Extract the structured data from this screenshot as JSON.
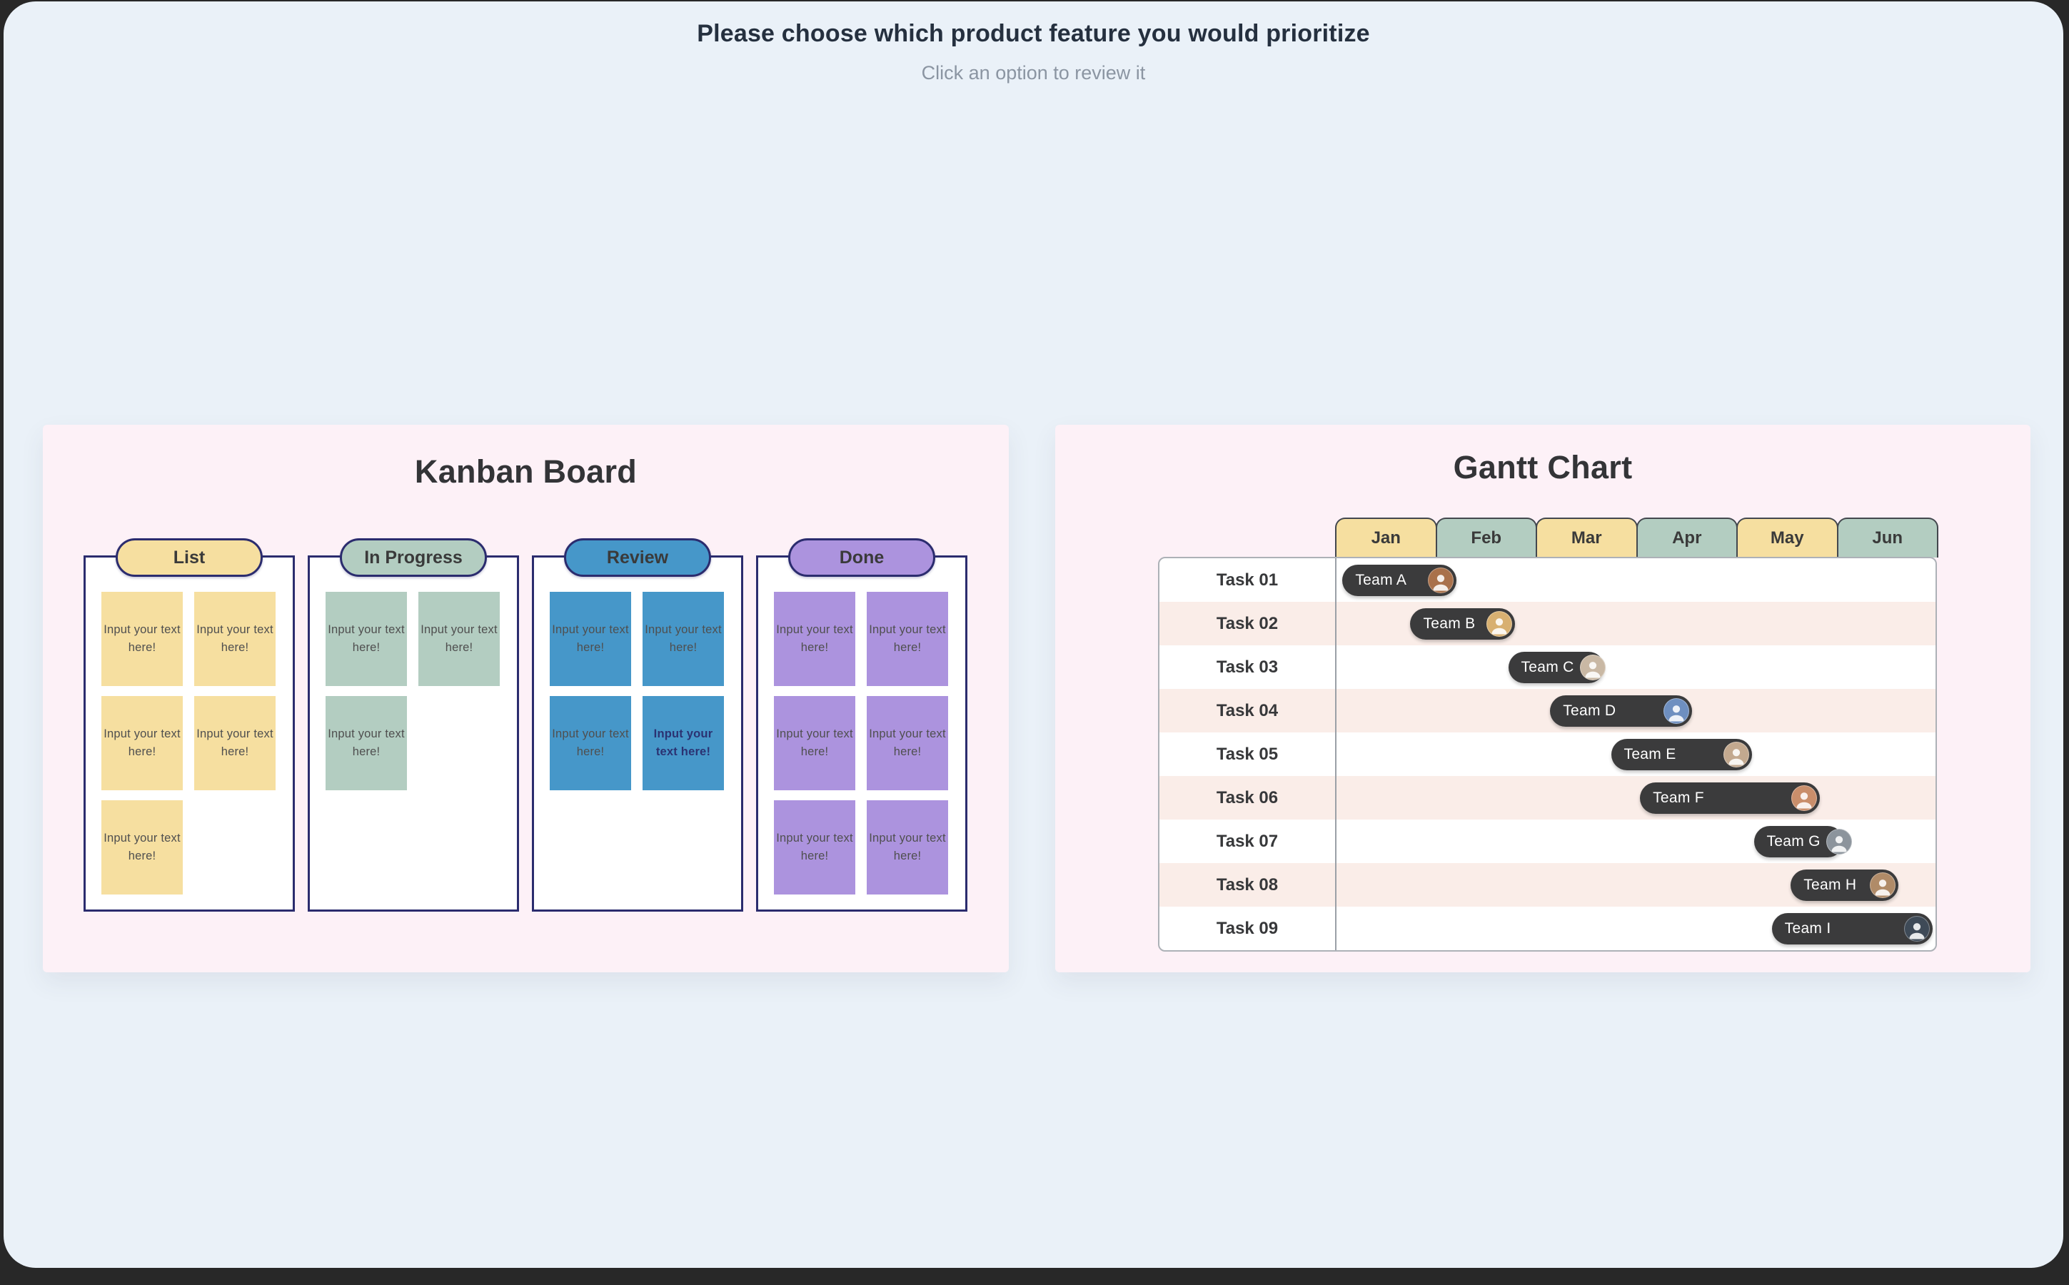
{
  "page": {
    "title": "Please choose which product feature you would prioritize",
    "subtitle": "Click an option to review it"
  },
  "colors": {
    "frame": "#282828",
    "page_bg": "#EAF1F8",
    "panel_bg": "#FDF1F7",
    "navy_border": "#2B2C6E",
    "yellow": "#F6DFA0",
    "sage": "#B3CDC1",
    "blue": "#4697C9",
    "purple": "#AC93DE",
    "card_text": "#4F4F4F",
    "special_card_text": "#2B3272",
    "bar_dark": "#3B3B3C",
    "row_alt_pink": "#FAEDE8",
    "title_dark": "#25303F",
    "subtitle_gray": "#8B95A2"
  },
  "kanban": {
    "title": "Kanban Board",
    "card_text": "Input your text here!",
    "special_card": {
      "column": "Review",
      "position": "last",
      "text_color": "#2B3272"
    },
    "columns": [
      {
        "label": "List",
        "color": "#F6DFA0",
        "card_count": 5
      },
      {
        "label": "In Progress",
        "color": "#B3CDC1",
        "card_count": 3
      },
      {
        "label": "Review",
        "color": "#4697C9",
        "card_count": 4
      },
      {
        "label": "Done",
        "color": "#AC93DE",
        "card_count": 6
      }
    ]
  },
  "gantt": {
    "title": "Gantt Chart",
    "months": [
      {
        "label": "Jan",
        "color": "#F6DFA0"
      },
      {
        "label": "Feb",
        "color": "#B3CDC1"
      },
      {
        "label": "Mar",
        "color": "#F6DFA0"
      },
      {
        "label": "Apr",
        "color": "#B3CDC1"
      },
      {
        "label": "May",
        "color": "#F6DFA0"
      },
      {
        "label": "Jun",
        "color": "#B3CDC1"
      }
    ],
    "axis_months_shown": 6,
    "tasks": [
      {
        "label": "Task 01",
        "team": "Team A",
        "start_month": 0.06,
        "duration_months": 1.14,
        "avatar_color": "#A9714B"
      },
      {
        "label": "Task 02",
        "team": "Team B",
        "start_month": 0.74,
        "duration_months": 1.05,
        "avatar_color": "#D8B071"
      },
      {
        "label": "Task 03",
        "team": "Team C",
        "start_month": 1.72,
        "duration_months": 0.96,
        "avatar_color": "#C9B8A4"
      },
      {
        "label": "Task 04",
        "team": "Team D",
        "start_month": 2.14,
        "duration_months": 1.42,
        "avatar_color": "#6E8FC0"
      },
      {
        "label": "Task 05",
        "team": "Team E",
        "start_month": 2.75,
        "duration_months": 1.41,
        "avatar_color": "#C3A98F"
      },
      {
        "label": "Task 06",
        "team": "Team F",
        "start_month": 3.04,
        "duration_months": 1.8,
        "avatar_color": "#C98E6B"
      },
      {
        "label": "Task 07",
        "team": "Team G",
        "start_month": 4.18,
        "duration_months": 0.9,
        "avatar_color": "#8C949C"
      },
      {
        "label": "Task 08",
        "team": "Team H",
        "start_month": 4.55,
        "duration_months": 1.08,
        "avatar_color": "#B08B68"
      },
      {
        "label": "Task 09",
        "team": "Team I",
        "start_month": 4.36,
        "duration_months": 1.61,
        "avatar_color": "#3E4A57"
      }
    ]
  }
}
